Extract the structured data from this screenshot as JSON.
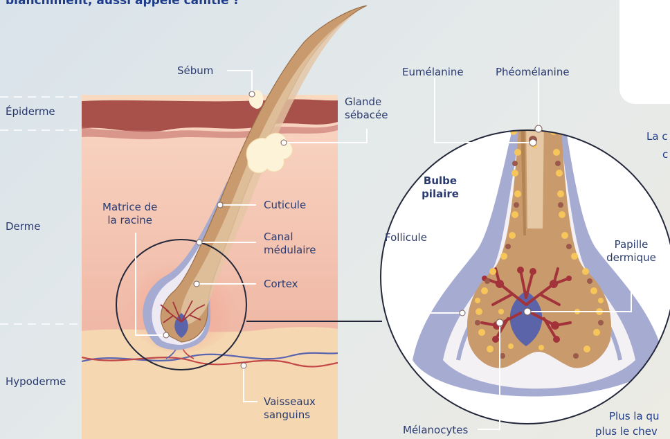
{
  "title": "blanchiment, aussi appelé canitie ?",
  "layers": {
    "epiderme": "Épiderme",
    "derme": "Derme",
    "hypoderme": "Hypoderme"
  },
  "labels": {
    "sebum": "Sébum",
    "glande_line1": "Glande",
    "glande_line2": "sébacée",
    "matrice_line1": "Matrice de",
    "matrice_line2": "la racine",
    "cuticule": "Cuticule",
    "canal_line1": "Canal",
    "canal_line2": "médulaire",
    "cortex": "Cortex",
    "vaisseaux_line1": "Vaisseaux",
    "vaisseaux_line2": "sanguins",
    "eumelanine": "Eumélanine",
    "pheomelanine": "Phéomélanine",
    "bulbe_line1": "Bulbe",
    "bulbe_line2": "pilaire",
    "follicule": "Follicule",
    "papille_line1": "Papille",
    "papille_line2": "dermique",
    "melanocytes": "Mélanocytes"
  },
  "edge_text": {
    "right_top_1": "La c",
    "right_top_2": "c",
    "bottom_1": "Plus la qu",
    "bottom_2": "plus le chev"
  },
  "colors": {
    "title": "#1f3c8a",
    "label": "#2a3a6e",
    "epidermis": "#a8514a",
    "dermis": "#efb5a3",
    "hypodermis": "#f5d7b2",
    "follicle_blue": "#a6abd2",
    "hair": "#c89a6d",
    "papilla": "#5b64a8",
    "melanocyte": "#a3333a",
    "yellow_granule": "#f6c65a",
    "brown_granule": "#9b5a4c"
  }
}
